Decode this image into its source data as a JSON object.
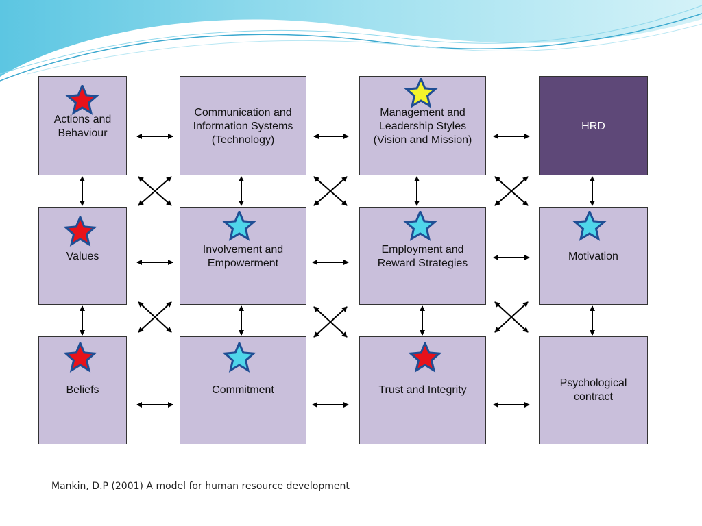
{
  "colors": {
    "box_fill": "#c9bfdb",
    "box_dark_fill": "#5e4878",
    "star_red": "#e8121a",
    "star_cyan": "#4fd6ea",
    "star_yellow": "#f4f32a",
    "star_outline": "#1f4e94"
  },
  "boxes": {
    "actions": {
      "label": "Actions and\nBehaviour",
      "star": "red"
    },
    "communication": {
      "label": "Communication and\nInformation Systems\n(Technology)"
    },
    "management": {
      "label": "Management and\nLeadership Styles\n(Vision and Mission)",
      "star": "yellow"
    },
    "hrd": {
      "label": "HRD"
    },
    "values": {
      "label": "Values",
      "star": "red"
    },
    "involvement": {
      "label": "Involvement and\nEmpowerment",
      "star": "cyan"
    },
    "employment": {
      "label": "Employment and\nReward Strategies",
      "star": "cyan"
    },
    "motivation": {
      "label": "Motivation",
      "star": "cyan"
    },
    "beliefs": {
      "label": "Beliefs",
      "star": "red"
    },
    "commitment": {
      "label": "Commitment",
      "star": "cyan"
    },
    "trust": {
      "label": "Trust and Integrity",
      "star": "red"
    },
    "psychological": {
      "label": "Psychological\ncontract"
    }
  },
  "citation": "Mankin, D.P (2001) A model for human resource development"
}
